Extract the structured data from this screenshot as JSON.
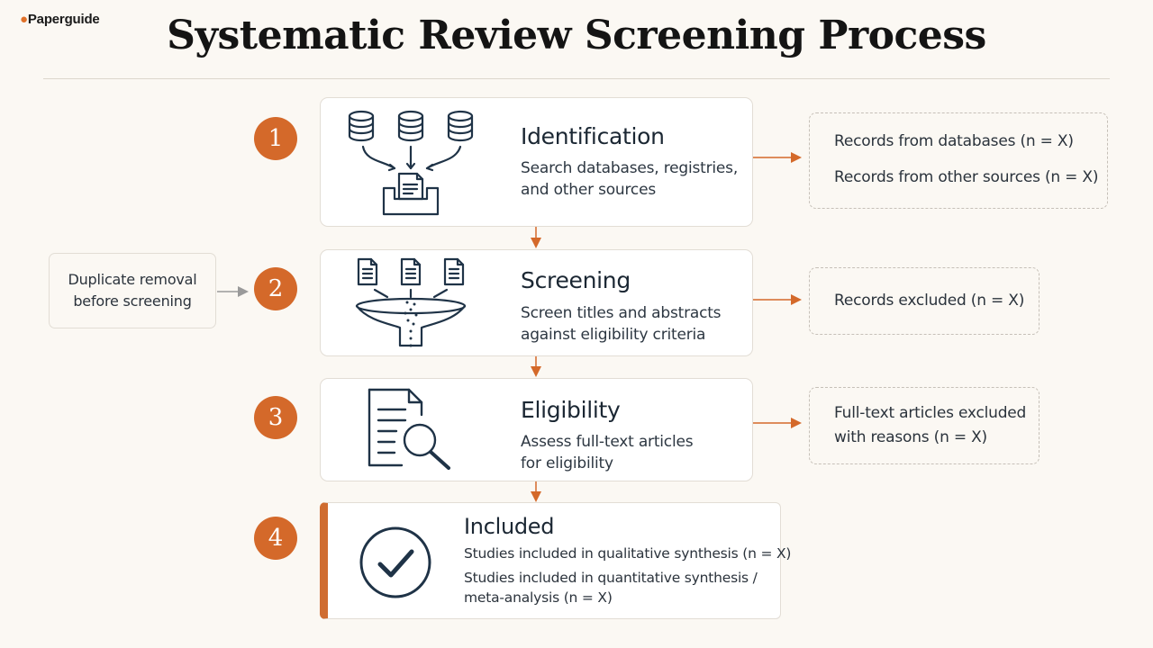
{
  "logo": "Paperguide",
  "title": "Systematic Review Screening Process",
  "steps": [
    {
      "number": "1",
      "title": "Identification",
      "desc_lines": [
        "Search databases, registries,",
        "and other sources"
      ]
    },
    {
      "number": "2",
      "title": "Screening",
      "desc_lines": [
        "Screen titles and abstracts",
        "against eligibility criteria"
      ]
    },
    {
      "number": "3",
      "title": "Eligibility",
      "desc_lines": [
        "Assess full-text articles",
        "for eligibility"
      ]
    },
    {
      "number": "4",
      "title": "Included",
      "desc_lines": [
        "Studies included in qualitative synthesis (n = X)",
        "Studies included in quantitative synthesis /",
        "meta-analysis (n = X)"
      ]
    }
  ],
  "side_notes": {
    "identification": [
      "Records from databases (n = X)",
      "Records from other sources (n = X)"
    ],
    "screening": [
      "Records excluded (n = X)"
    ],
    "eligibility": [
      "Full-text articles excluded",
      "with reasons (n = X)"
    ]
  },
  "duplicate_note": [
    "Duplicate removal",
    "before screening"
  ],
  "colors": {
    "accent": "#d4692a",
    "background": "#fbf8f3",
    "card": "#ffffff",
    "icon": "#1f3347"
  },
  "icons": [
    "database-icon",
    "document-tray-icon",
    "document-icon",
    "funnel-icon",
    "document-search-icon",
    "check-circle-icon"
  ]
}
